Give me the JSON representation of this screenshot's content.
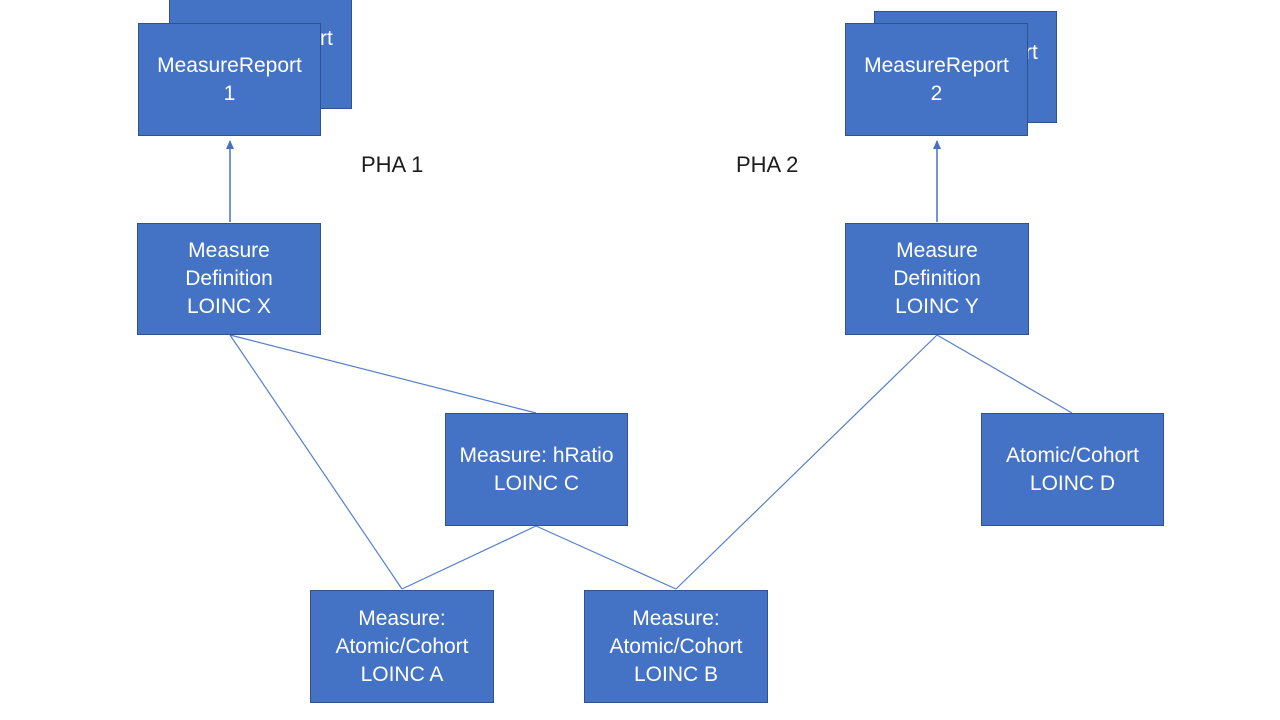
{
  "colors": {
    "node_fill": "#4472c4",
    "node_border": "#2f528f",
    "node_text": "#ffffff",
    "connector": "#4472c4",
    "label_text": "#1c1c1c",
    "background": "#ffffff"
  },
  "labels": {
    "pha1": "PHA 1",
    "pha2": "PHA 2"
  },
  "nodes": {
    "mr1_back": {
      "lines": [
        "MeasureReport",
        "1"
      ]
    },
    "mr1_front": {
      "lines": [
        "MeasureReport",
        "1"
      ]
    },
    "mr2_back": {
      "lines": [
        "MeasureReport",
        "2"
      ]
    },
    "mr2_front": {
      "lines": [
        "MeasureReport",
        "2"
      ]
    },
    "measure_def_x": {
      "lines": [
        "Measure",
        "Definition",
        "LOINC X"
      ]
    },
    "measure_def_y": {
      "lines": [
        "Measure",
        "Definition",
        "LOINC Y"
      ]
    },
    "measure_hratio_c": {
      "lines": [
        "Measure: hRatio",
        "LOINC C"
      ]
    },
    "atomic_cohort_d": {
      "lines": [
        "Atomic/Cohort",
        "LOINC D"
      ]
    },
    "measure_atomic_a": {
      "lines": [
        "Measure:",
        "Atomic/Cohort",
        "LOINC A"
      ]
    },
    "measure_atomic_b": {
      "lines": [
        "Measure:",
        "Atomic/Cohort",
        "LOINC B"
      ]
    }
  },
  "edges": [
    {
      "from": "measure_def_x",
      "to": "mr1_front",
      "type": "arrow"
    },
    {
      "from": "measure_def_y",
      "to": "mr2_front",
      "type": "arrow"
    },
    {
      "from": "measure_def_x",
      "to": "measure_hratio_c",
      "type": "line"
    },
    {
      "from": "measure_def_x",
      "to": "measure_atomic_a",
      "type": "line"
    },
    {
      "from": "measure_hratio_c",
      "to": "measure_atomic_a",
      "type": "line"
    },
    {
      "from": "measure_hratio_c",
      "to": "measure_atomic_b",
      "type": "line"
    },
    {
      "from": "measure_def_y",
      "to": "measure_atomic_b",
      "type": "line"
    },
    {
      "from": "measure_def_y",
      "to": "atomic_cohort_d",
      "type": "line"
    }
  ]
}
